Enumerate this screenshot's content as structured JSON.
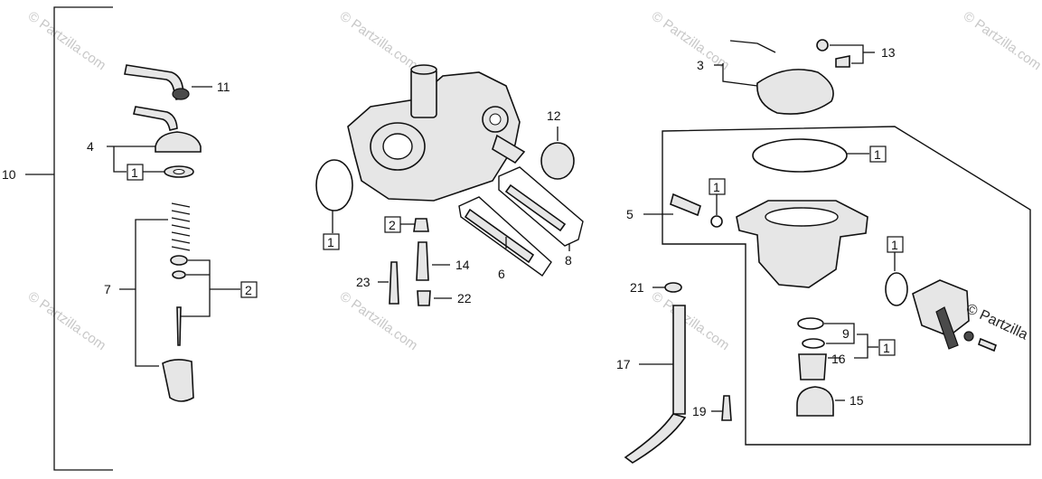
{
  "watermark": {
    "text": "© Partzilla.com",
    "corner_text": "© Partzilla"
  },
  "callouts": {
    "c1": "1",
    "c2": "2",
    "c3": "3",
    "c4": "4",
    "c5": "5",
    "c6": "6",
    "c7": "7",
    "c8": "8",
    "c9": "9",
    "c10": "10",
    "c11": "11",
    "c12": "12",
    "c13": "13",
    "c14": "14",
    "c15": "15",
    "c16": "16",
    "c17": "17",
    "c19": "19",
    "c21": "21",
    "c22": "22",
    "c23": "23"
  }
}
